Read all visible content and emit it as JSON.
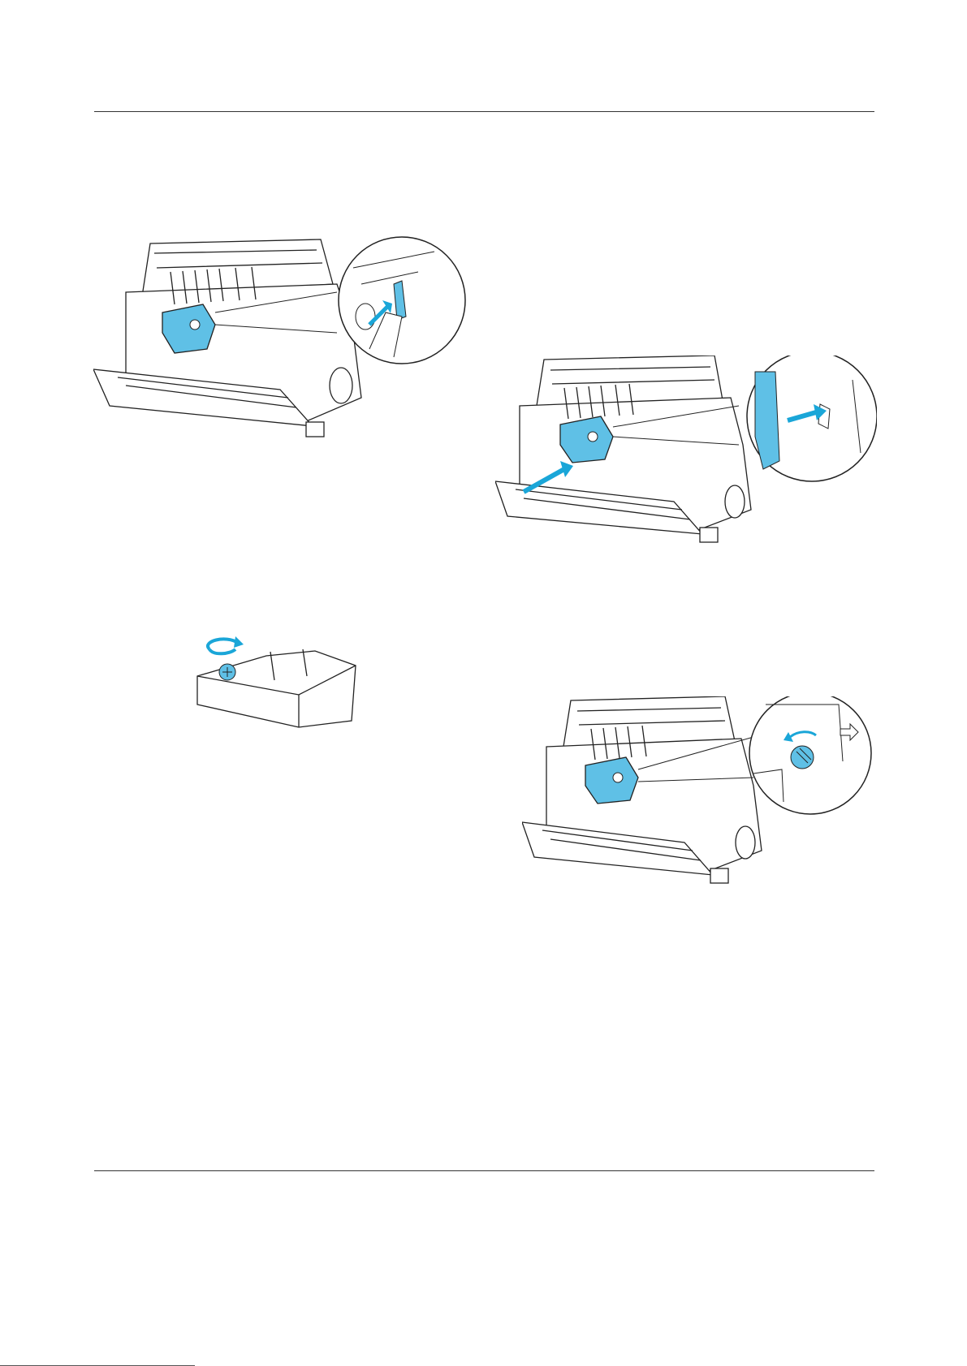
{
  "page": {
    "title": "",
    "figures": [
      {
        "id": "fig-install-cartridge",
        "description_icon": "printer-cartridge-lock-icon"
      },
      {
        "id": "fig-rotate-knob",
        "description_icon": "ribbon-cartridge-icon"
      },
      {
        "id": "fig-push-cartridge",
        "description_icon": "printer-cartridge-slide-icon"
      },
      {
        "id": "fig-tighten-ribbon",
        "description_icon": "printer-knob-turn-icon"
      }
    ],
    "colors": {
      "accent": "#5fc0e6",
      "line": "#222222"
    }
  }
}
